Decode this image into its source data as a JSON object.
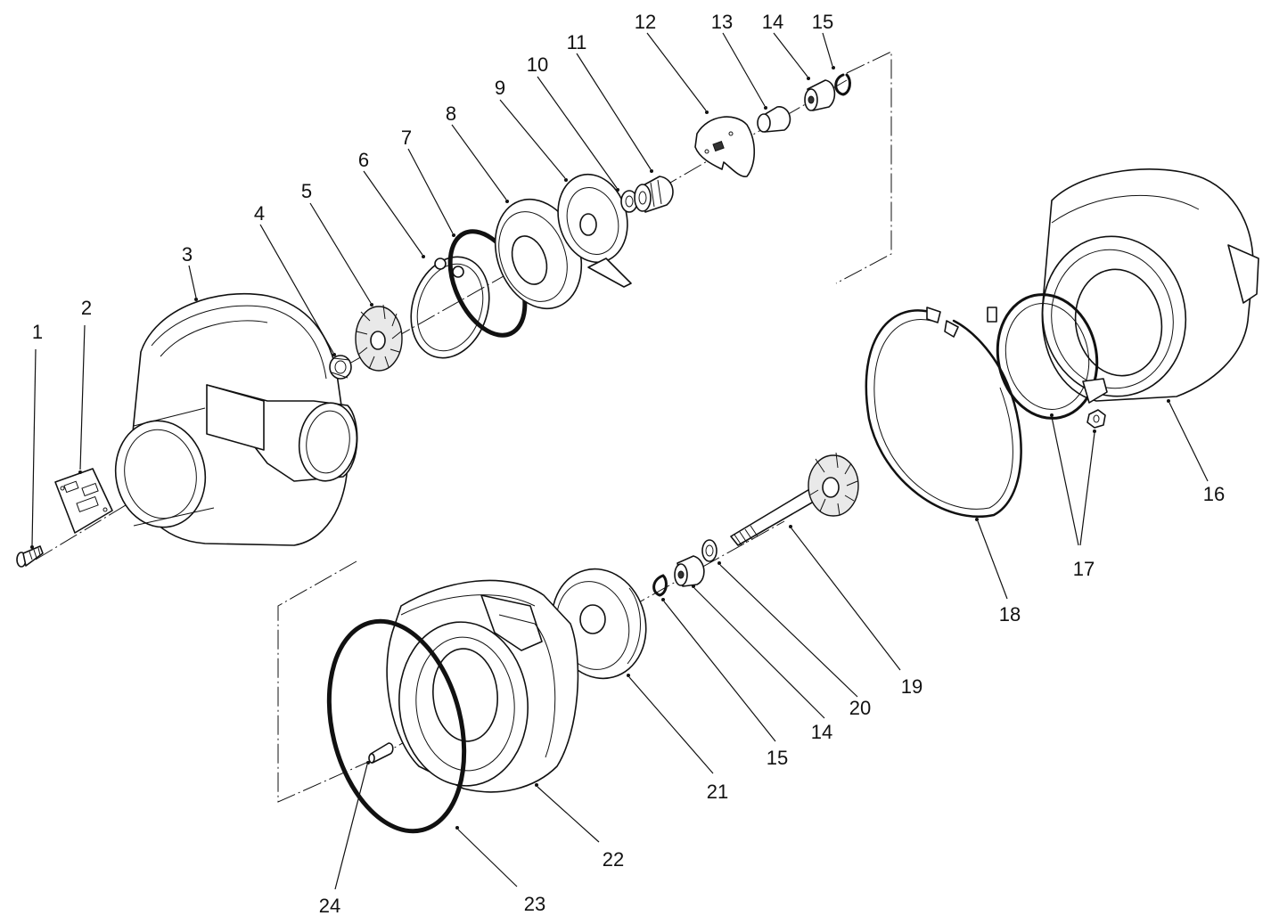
{
  "callouts": [
    {
      "id": "c1",
      "text": "1"
    },
    {
      "id": "c2",
      "text": "2"
    },
    {
      "id": "c3",
      "text": "3"
    },
    {
      "id": "c4",
      "text": "4"
    },
    {
      "id": "c5",
      "text": "5"
    },
    {
      "id": "c6",
      "text": "6"
    },
    {
      "id": "c7",
      "text": "7"
    },
    {
      "id": "c8",
      "text": "8"
    },
    {
      "id": "c9",
      "text": "9"
    },
    {
      "id": "c10",
      "text": "10"
    },
    {
      "id": "c11",
      "text": "11"
    },
    {
      "id": "c12",
      "text": "12"
    },
    {
      "id": "c13",
      "text": "13"
    },
    {
      "id": "c14a",
      "text": "14"
    },
    {
      "id": "c15a",
      "text": "15"
    },
    {
      "id": "c16",
      "text": "16"
    },
    {
      "id": "c17",
      "text": "17"
    },
    {
      "id": "c18",
      "text": "18"
    },
    {
      "id": "c19",
      "text": "19"
    },
    {
      "id": "c20",
      "text": "20"
    },
    {
      "id": "c21",
      "text": "21"
    },
    {
      "id": "c15b",
      "text": "15"
    },
    {
      "id": "c14b",
      "text": "14"
    },
    {
      "id": "c22",
      "text": "22"
    },
    {
      "id": "c23",
      "text": "23"
    },
    {
      "id": "c24",
      "text": "24"
    }
  ]
}
